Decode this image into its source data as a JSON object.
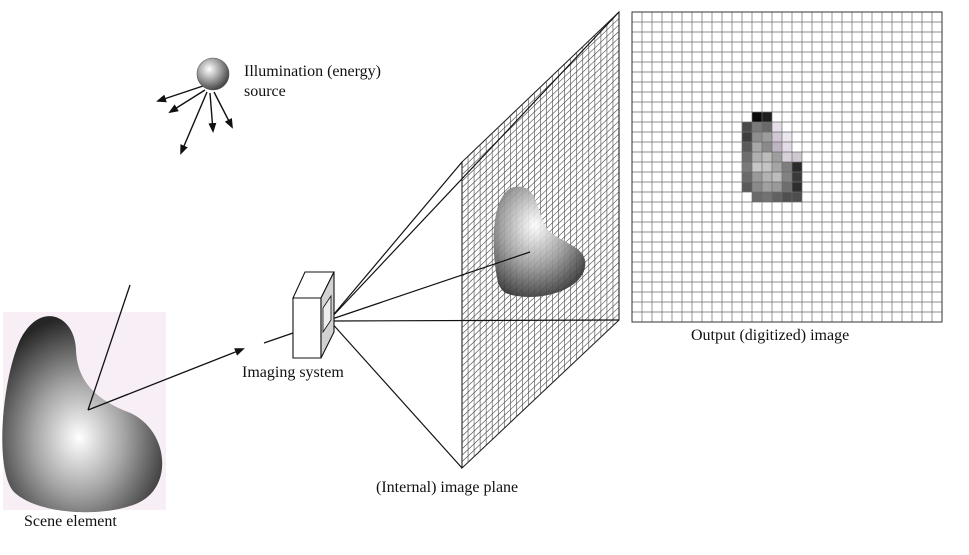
{
  "labels": {
    "illumination_line1": "Illumination (energy)",
    "illumination_line2": "source",
    "imaging_system": "Imaging system",
    "image_plane": "(Internal) image plane",
    "output_image": "Output (digitized) image",
    "scene_element": "Scene element"
  },
  "output_grid": {
    "columns": 31,
    "rows": 31
  },
  "digitized_pixels": [
    [
      0,
      0,
      0,
      0,
      "#0a0a0a",
      "#1e1e1e",
      0,
      0,
      0,
      0
    ],
    [
      0,
      0,
      0,
      "#4a4a4a",
      "#7a7a7a",
      "#6a6a6a",
      "#e6dfe9",
      0,
      0,
      0
    ],
    [
      0,
      0,
      0,
      "#3e3e3e",
      "#8e8e8e",
      "#9c9c9c",
      "#cfc7d4",
      "#ece6ee",
      0,
      0
    ],
    [
      0,
      0,
      0,
      "#5a5a5a",
      "#a8a8a8",
      "#8a8a8a",
      "#bdb5c2",
      "#e4dce7",
      0,
      0
    ],
    [
      0,
      0,
      0,
      "#6e6e6e",
      "#b0b0b0",
      "#bcbcbc",
      "#9e9e9e",
      "#d8d0db",
      "#cfc7d2",
      0
    ],
    [
      0,
      0,
      0,
      "#7a7a7a",
      "#c6c6c6",
      "#c4c4c4",
      "#a6a6a6",
      "#7e7e7e",
      "#2a2a2a",
      0
    ],
    [
      0,
      0,
      0,
      "#6a6a6a",
      "#9a9a9a",
      "#b2b2b2",
      "#bcbcbc",
      "#828282",
      "#3a3a3a",
      0
    ],
    [
      0,
      0,
      0,
      "#5a5a5a",
      "#8a8a8a",
      "#a0a0a0",
      "#9a9a9a",
      "#6e6e6e",
      "#2e2e2e",
      0
    ],
    [
      0,
      0,
      0,
      0,
      "#6a6a6a",
      "#727272",
      "#626262",
      "#505050",
      "#4e4e4e",
      0
    ]
  ]
}
